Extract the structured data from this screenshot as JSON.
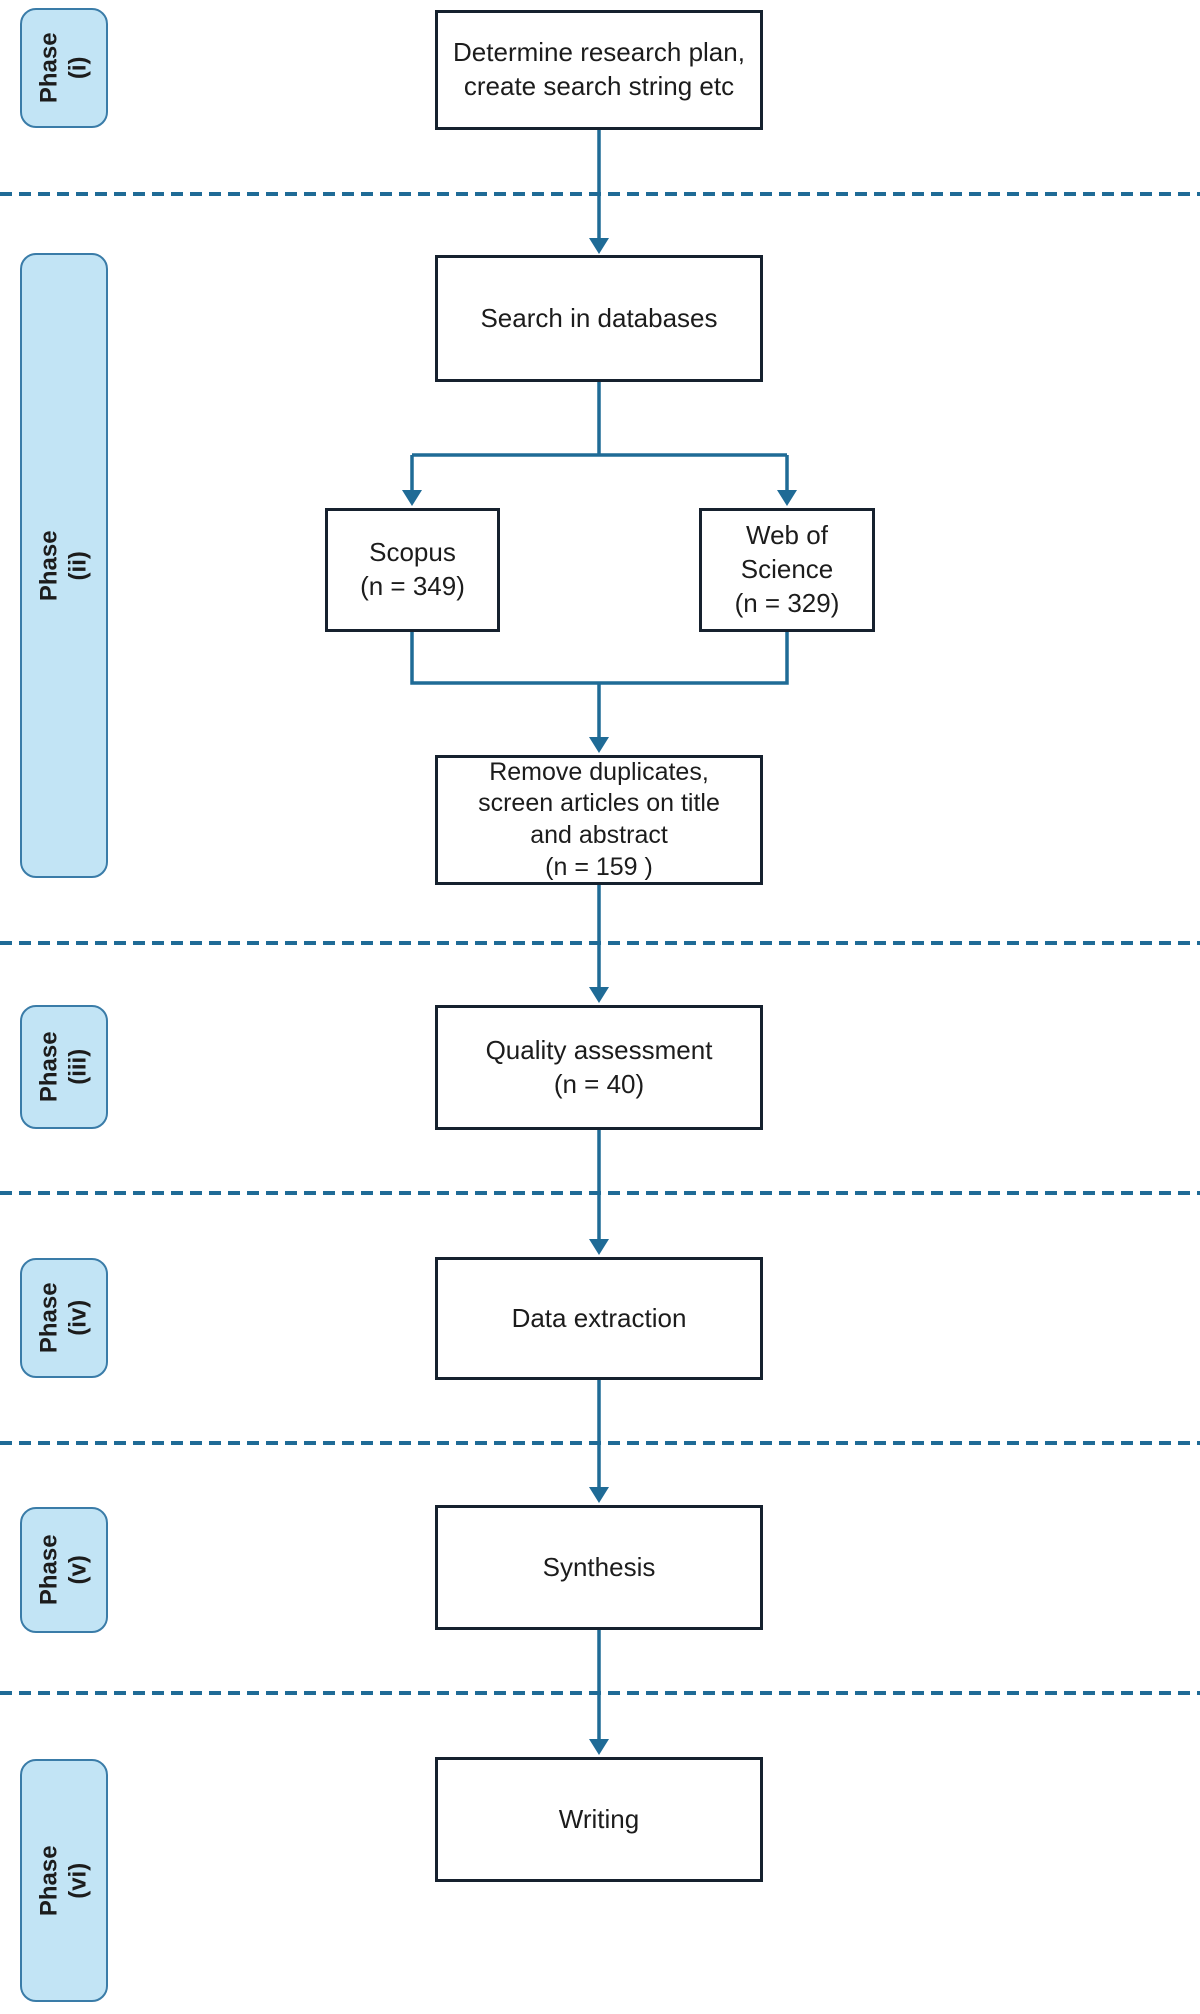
{
  "colors": {
    "connector": "#1f6b96",
    "divider": "#1f6b96",
    "box_border": "#16212e",
    "box_fill": "#ffffff",
    "phase_fill": "#c2e4f5",
    "phase_border": "#3a7ca8",
    "text": "#1c1c1c",
    "background": "#ffffff"
  },
  "phases": [
    {
      "label": "Phase\n(i)"
    },
    {
      "label": "Phase\n(ii)"
    },
    {
      "label": "Phase\n(iii)"
    },
    {
      "label": "Phase\n(iv)"
    },
    {
      "label": "Phase\n(v)"
    },
    {
      "label": "Phase\n(vi)"
    }
  ],
  "nodes": {
    "plan": {
      "label": "Determine research plan,\ncreate search string etc"
    },
    "search": {
      "label": "Search in databases"
    },
    "scopus": {
      "label": "Scopus\n(n = 349)"
    },
    "web_of_science": {
      "label": "Web of\nScience\n(n = 329)"
    },
    "screening": {
      "label": "Remove duplicates,\nscreen articles on title\nand abstract\n(n = 159 )"
    },
    "quality": {
      "label": "Quality assessment\n(n = 40)"
    },
    "extraction": {
      "label": "Data extraction"
    },
    "synthesis": {
      "label": "Synthesis"
    },
    "writing": {
      "label": "Writing"
    }
  }
}
